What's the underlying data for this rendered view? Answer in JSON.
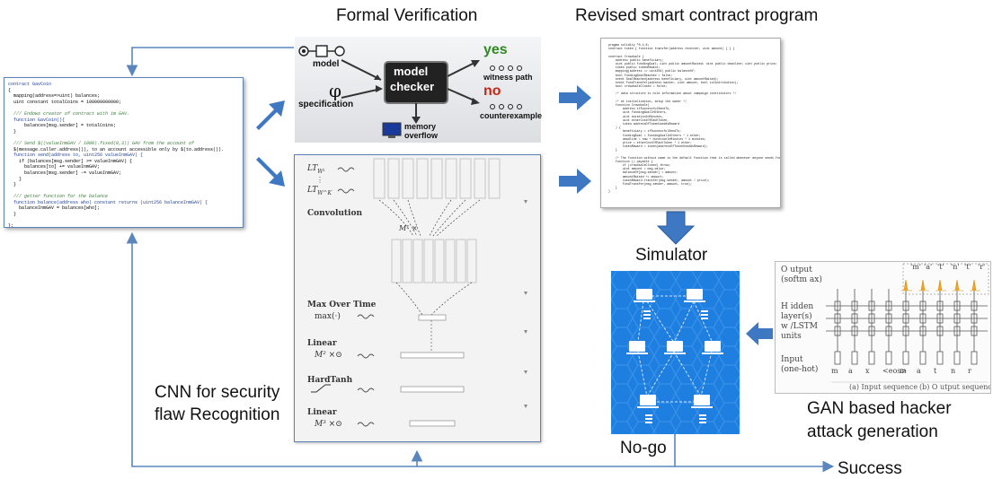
{
  "labels": {
    "formal_verification": "Formal Verification",
    "revised_program": "Revised smart contract program",
    "simulator": "Simulator",
    "cnn_line1": "CNN for security",
    "cnn_line2": "flaw Recognition",
    "gan_line1": "GAN based hacker",
    "gan_line2": "attack generation",
    "no_go": "No-go",
    "success": "Success"
  },
  "formal_verification_panel": {
    "model": "model",
    "specification": "specification",
    "checker_line1": "model",
    "checker_line2": "checker",
    "yes": "yes",
    "yes_sub": "witness path",
    "no": "no",
    "no_sub": "counterexample",
    "memory_line1": "memory",
    "memory_line2": "overflow",
    "phi": "φ"
  },
  "code_lines": [
    "contract GavCoin",
    "{",
    "  mapping(address=>uint) balances;",
    "  uint constant totalCoins = 100000000000;",
    "",
    "  /// Endows creator of contract with 1m GAV.",
    "  function GavCoin(){",
    "      balances[msg.sender] = totalCoins;",
    "  }",
    "",
    "  /// Send $((valueInmGAV / 1000).fixed(0,3)) GAV from the account of",
    "  $(message.caller.address()), to an account accessible only by $(to.address()).",
    "  function send(address to, uint256 valueInmGAV) {",
    "    if (balances[msg.sender] >= valueInmGAV) {",
    "      balances[to] += valueInmGAV;",
    "      balances[msg.sender] -= valueInmGAV;",
    "    }",
    "  }",
    "",
    "  /// getter function for the balance",
    "  function balance(address who) constant returns (uint256 balanceInmGAV) {",
    "    balanceInmGAV = balances[who];",
    "  }",
    "",
    "};"
  ],
  "revised_lines": [
    "pragma solidity ^0.4.8;",
    "contract token { function transfer(address receiver, uint amount) { } }",
    "",
    "contract Crowdsale {",
    "    address public beneficiary;",
    "    uint public fundingGoal; uint public amountRaised; uint public deadline; uint public price;",
    "    token public tokenReward;",
    "    mapping(address => uint256) public balanceOf;",
    "    bool fundingGoalReached = false;",
    "    event GoalReached(address beneficiary, uint amountRaised);",
    "    event FundTransfer(address backer, uint amount, bool isContribution);",
    "    bool crowdsaleClosed = false;",
    "",
    "    /* data structure to hold information about campaign contributors */",
    "",
    "    /* at initialization, setup the owner */",
    "    function Crowdsale(",
    "        address ifSuccessfulSendTo,",
    "        uint fundingGoalInEthers,",
    "        uint durationInMinutes,",
    "        uint etherCostOfEachToken,",
    "        token addressOfTokenUsedAsReward",
    "    ) {",
    "        beneficiary = ifSuccessfulSendTo;",
    "        fundingGoal = fundingGoalInEthers * 1 ether;",
    "        deadline = now + durationInMinutes * 1 minutes;",
    "        price = etherCostOfEachToken * 1 ether;",
    "        tokenReward = token(addressOfTokenUsedAsReward);",
    "    }",
    "",
    "    /* The function without name is the default function that is called whenever anyone sends funds to a contract */",
    "    function () payable {",
    "        if (crowdsaleClosed) throw;",
    "        uint amount = msg.value;",
    "        balanceOf[msg.sender] = amount;",
    "        amountRaised += amount;",
    "        tokenReward.transfer(msg.sender, amount / price);",
    "        FundTransfer(msg.sender, amount, true);",
    "    }",
    "}"
  ],
  "cnn_panel": {
    "lt1": "LT",
    "lt1_sub": "W¹",
    "lt2": "LT",
    "lt2_sub": "W^K",
    "convolution": "Convolution",
    "max_over_time": "Max Over Time",
    "max_fn": "max(·)",
    "linear1": "Linear",
    "m2": "M² ×⊙",
    "hardtanh": "HardTanh",
    "linear2": "Linear",
    "m3": "M³ ×⊙",
    "m1": "M¹ ×"
  },
  "gan_panel": {
    "output_label_1": "O utput",
    "output_label_2": "(softm ax)",
    "hidden_1": "H idden",
    "hidden_2": "layer(s)",
    "hidden_3": "w /LSTM",
    "hidden_4": "units",
    "input_1": "Input",
    "input_2": "(one-hot)",
    "input_tokens": [
      "m",
      "a",
      "x",
      "<eos>",
      "m",
      "a",
      "t",
      "n",
      "r"
    ],
    "output_tokens": [
      "m",
      "a",
      "t",
      "n",
      "t",
      "r"
    ],
    "caption_a": "(a) Input sequence",
    "caption_b": "(b) O utput sequence"
  },
  "colors": {
    "arrow_blue": "#3f78c2",
    "line_blue": "#5a86bd",
    "simulator_bg": "#1e7fe0"
  }
}
